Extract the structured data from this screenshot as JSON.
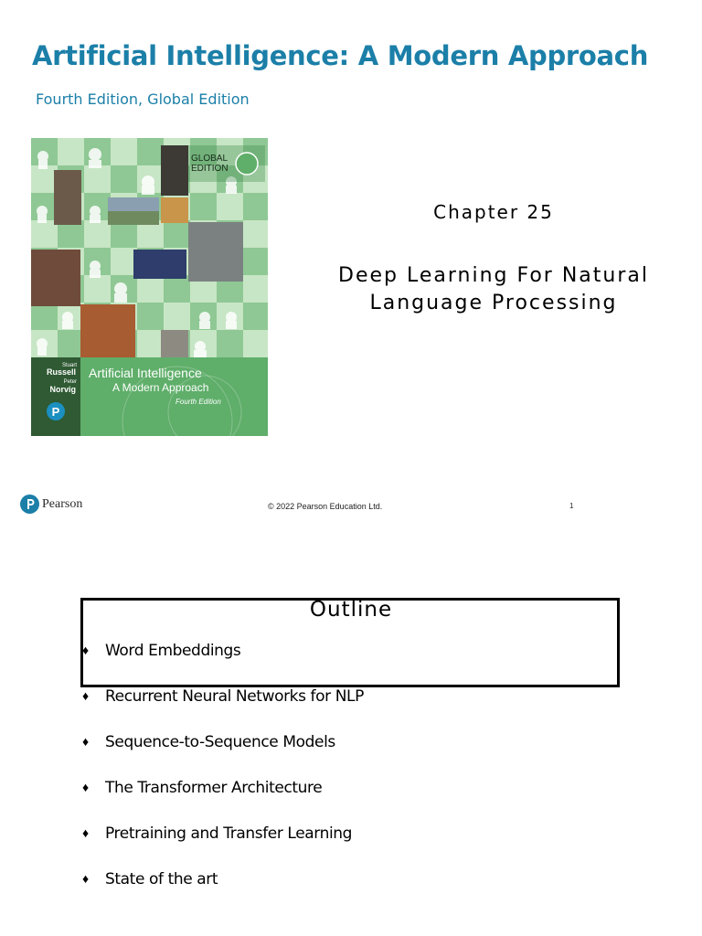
{
  "slide1": {
    "title": "Artificial Intelligence: A Modern Approach",
    "subtitle": "Fourth Edition, Global Edition",
    "chapter": "Chapter 25",
    "headline_line1": "Deep Learning For Natural",
    "headline_line2": "Language Processing",
    "cover": {
      "badge_line1": "GLOBAL",
      "badge_line2": "EDITION",
      "author1_first": "Stuart",
      "author1_last": "Russell",
      "author2_first": "Peter",
      "author2_last": "Norvig",
      "book_title_line1": "Artificial Intelligence",
      "book_title_line2": "A Modern Approach",
      "book_edition": "Fourth Edition",
      "publisher_mark": "P"
    },
    "footer": {
      "logo_text": "Pearson",
      "copyright": "© 2022 Pearson Education Ltd.",
      "page_number": "1"
    }
  },
  "slide2": {
    "title": "Outline",
    "bullet_symbol": "♦",
    "items": [
      "Word Embeddings",
      "Recurrent Neural Networks for NLP",
      "Sequence-to-Sequence Models",
      "The Transformer Architecture",
      "Pretraining and Transfer Learning",
      "State of the art"
    ]
  },
  "colors": {
    "accent": "#1b7fa8",
    "cover_green": "#5fae6a",
    "cover_light": "#c7e6c5"
  }
}
